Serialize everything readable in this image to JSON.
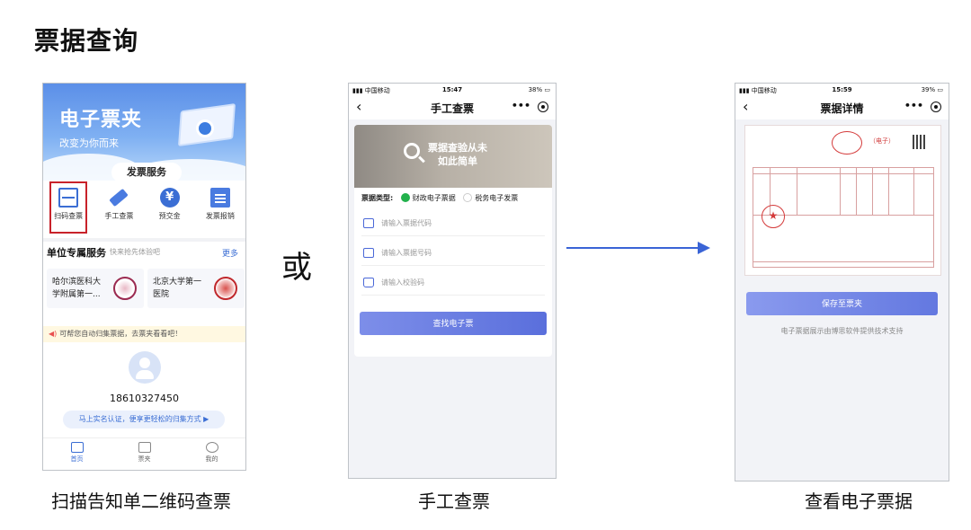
{
  "page_title": "票据查询",
  "or_label": "或",
  "captions": {
    "scan": "扫描告知单二维码查票",
    "manual": "手工查票",
    "view": "查看电子票据"
  },
  "phone1": {
    "banner_title": "电子票夹",
    "banner_slogan": "改变为你而来",
    "section_title": "发票服务",
    "services": [
      {
        "label": "扫码查票",
        "icon": "scan-icon"
      },
      {
        "label": "手工查票",
        "icon": "pen-icon"
      },
      {
        "label": "预交金",
        "icon": "yen-icon"
      },
      {
        "label": "发票报销",
        "icon": "document-icon"
      }
    ],
    "unit_title": "单位专属服务",
    "unit_subtitle": "快来抢先体验吧",
    "more": "更多",
    "units": [
      {
        "name": "哈尔滨医科大学附属第一..."
      },
      {
        "name": "北京大学第一医院"
      }
    ],
    "notice": "可帮您自动归集票据，去票夹看看吧！",
    "phone_number": "18610327450",
    "realname_text": "马上实名认证，便享更轻松的归集方式 ▶",
    "tabs": [
      {
        "label": "首页",
        "active": true
      },
      {
        "label": "票夹",
        "active": false
      },
      {
        "label": "我的",
        "active": false
      }
    ]
  },
  "phone2": {
    "status": {
      "carrier": "中国移动",
      "time": "15:47",
      "battery": "38%"
    },
    "nav_title": "手工查票",
    "hero_text_line1": "票据查验从未",
    "hero_text_line2": "如此简单",
    "type_label": "票据类型:",
    "type_option1": "财政电子票据",
    "type_option2": "税务电子发票",
    "field_code_placeholder": "请输入票据代码",
    "field_number_placeholder": "请输入票据号码",
    "field_check_placeholder": "请输入校验码",
    "search_button": "查找电子票"
  },
  "phone3": {
    "status": {
      "carrier": "中国移动",
      "time": "15:59",
      "battery": "39%"
    },
    "nav_title": "票据详情",
    "invoice_title": "（电子）",
    "save_button": "保存至票夹",
    "tech_support": "电子票据展示由博思软件提供技术支持"
  },
  "colors": {
    "accent": "#5a6fdc",
    "arrow": "#3a64d6",
    "highlight_box": "#c8222a"
  }
}
